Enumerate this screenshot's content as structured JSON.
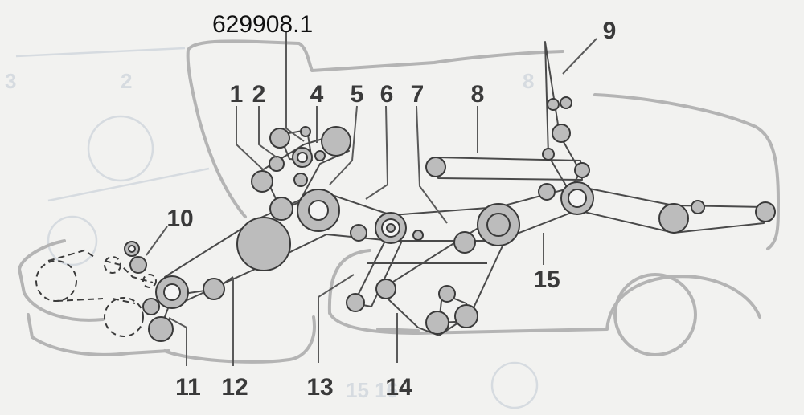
{
  "diagram": {
    "reference_number": "629908.1",
    "callouts": [
      {
        "id": "1",
        "label": "1"
      },
      {
        "id": "2",
        "label": "2"
      },
      {
        "id": "4",
        "label": "4"
      },
      {
        "id": "5",
        "label": "5"
      },
      {
        "id": "6",
        "label": "6"
      },
      {
        "id": "7",
        "label": "7"
      },
      {
        "id": "8",
        "label": "8"
      },
      {
        "id": "9",
        "label": "9"
      },
      {
        "id": "10",
        "label": "10"
      },
      {
        "id": "11",
        "label": "11"
      },
      {
        "id": "12",
        "label": "12"
      },
      {
        "id": "13",
        "label": "13"
      },
      {
        "id": "14",
        "label": "14"
      },
      {
        "id": "15",
        "label": "15"
      }
    ],
    "colors": {
      "label": "#3a3a3a",
      "pulley_fill": "#bcbcbc",
      "outline": "#b4b4b4",
      "belt": "#4a4a4a"
    }
  }
}
